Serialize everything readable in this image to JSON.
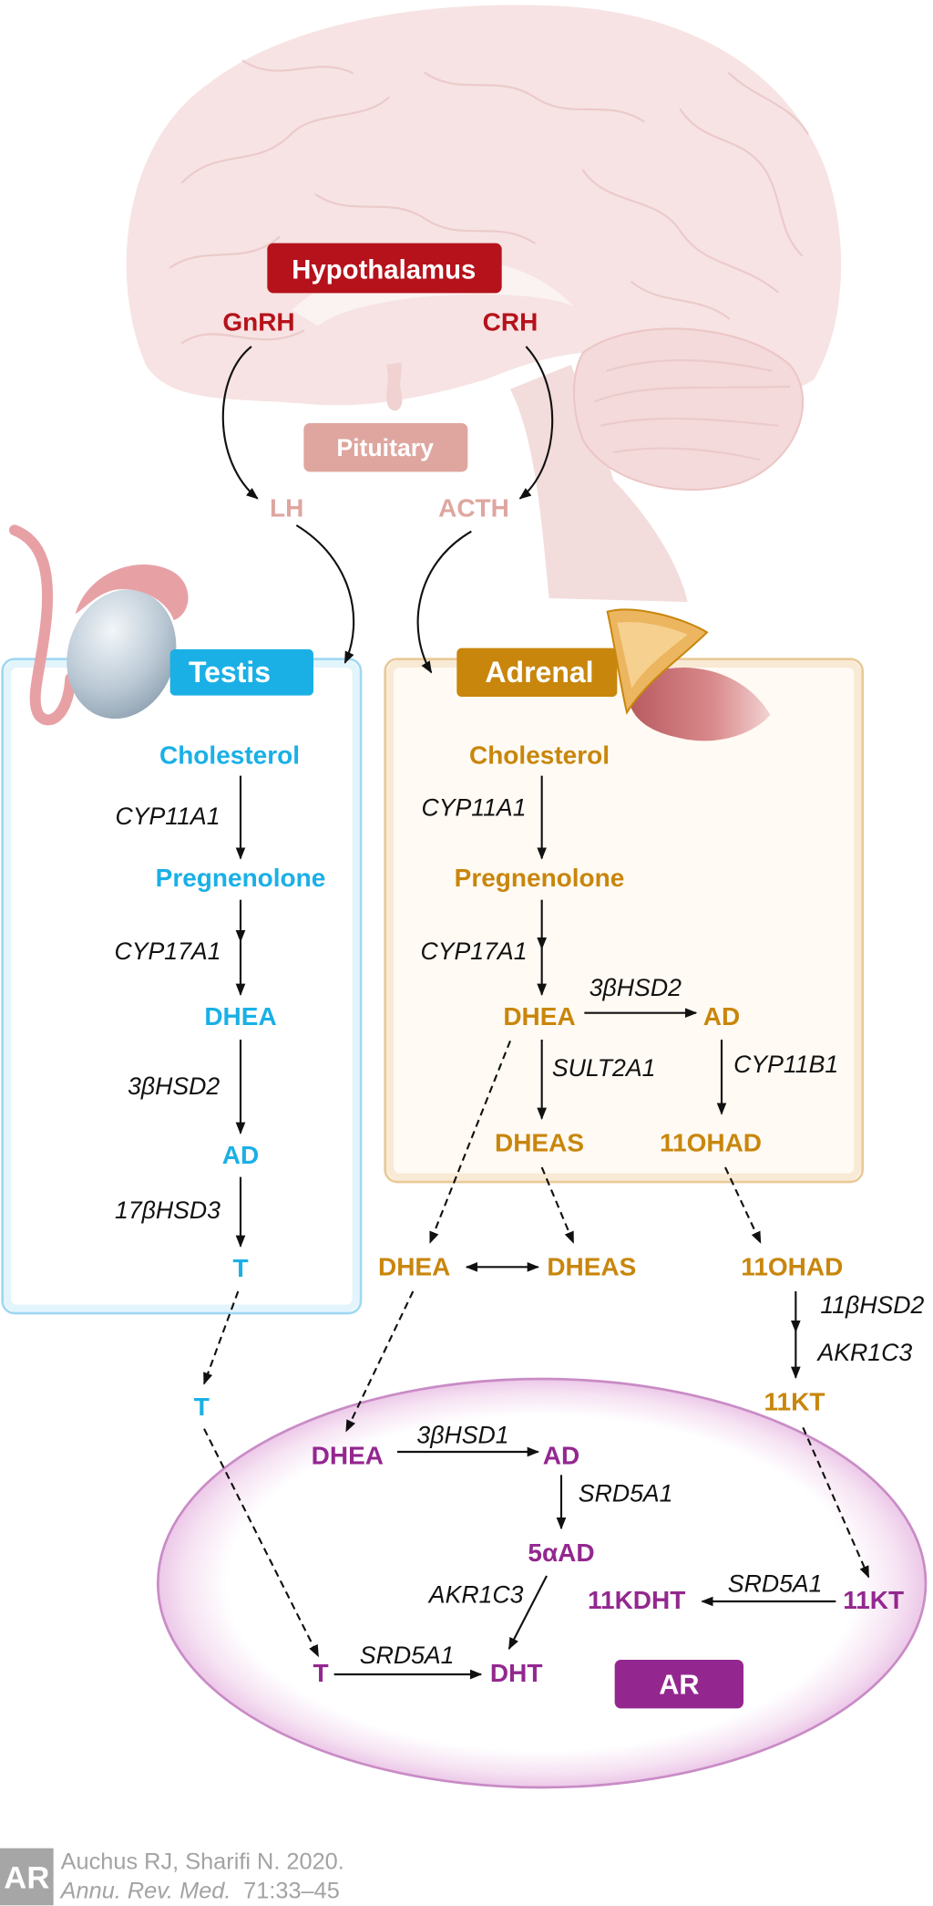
{
  "colors": {
    "hypothalamus": "#b5121b",
    "pituitary": "#dea69f",
    "testis": "#1ab0e6",
    "adrenal": "#c8860c",
    "cell": "#93278f",
    "enzyme": "#111111"
  },
  "brain": {
    "hypothalamus": "Hypothalamus",
    "gnrh": "GnRH",
    "crh": "CRH",
    "pituitary": "Pituitary",
    "lh": "LH",
    "acth": "ACTH"
  },
  "testis": {
    "title": "Testis",
    "cholesterol": "Cholesterol",
    "cyp11a1": "CYP11A1",
    "pregnenolone": "Pregnenolone",
    "cyp17a1": "CYP17A1",
    "dhea": "DHEA",
    "hsd3b2": "3βHSD2",
    "ad": "AD",
    "hsd17b3": "17βHSD3",
    "t": "T"
  },
  "adrenal": {
    "title": "Adrenal",
    "cholesterol": "Cholesterol",
    "cyp11a1": "CYP11A1",
    "pregnenolone": "Pregnenolone",
    "cyp17a1": "CYP17A1",
    "dhea": "DHEA",
    "hsd3b2": "3βHSD2",
    "ad": "AD",
    "sult2a1": "SULT2A1",
    "cyp11b1": "CYP11B1",
    "dheas": "DHEAS",
    "ohad": "11OHAD"
  },
  "circulation": {
    "t": "T",
    "dhea": "DHEA",
    "dheas": "DHEAS",
    "ohad": "11OHAD",
    "hsd11b2": "11βHSD2",
    "akr1c3": "AKR1C3",
    "kt": "11KT"
  },
  "target_cell": {
    "dhea": "DHEA",
    "hsd3b1": "3βHSD1",
    "ad": "AD",
    "srd5a1_ad": "SRD5A1",
    "ad5a": "5αAD",
    "akr1c3": "AKR1C3",
    "dht": "DHT",
    "t": "T",
    "srd5a1_t": "SRD5A1",
    "kdht": "11KDHT",
    "srd5a1_kt": "SRD5A1",
    "kt": "11KT",
    "receptor": "AR"
  },
  "citation": {
    "logo": "AR",
    "authors": "Auchus RJ, Sharifi N. 2020.",
    "journal": "Annu. Rev. Med.",
    "volume_pages": "71:33–45"
  }
}
